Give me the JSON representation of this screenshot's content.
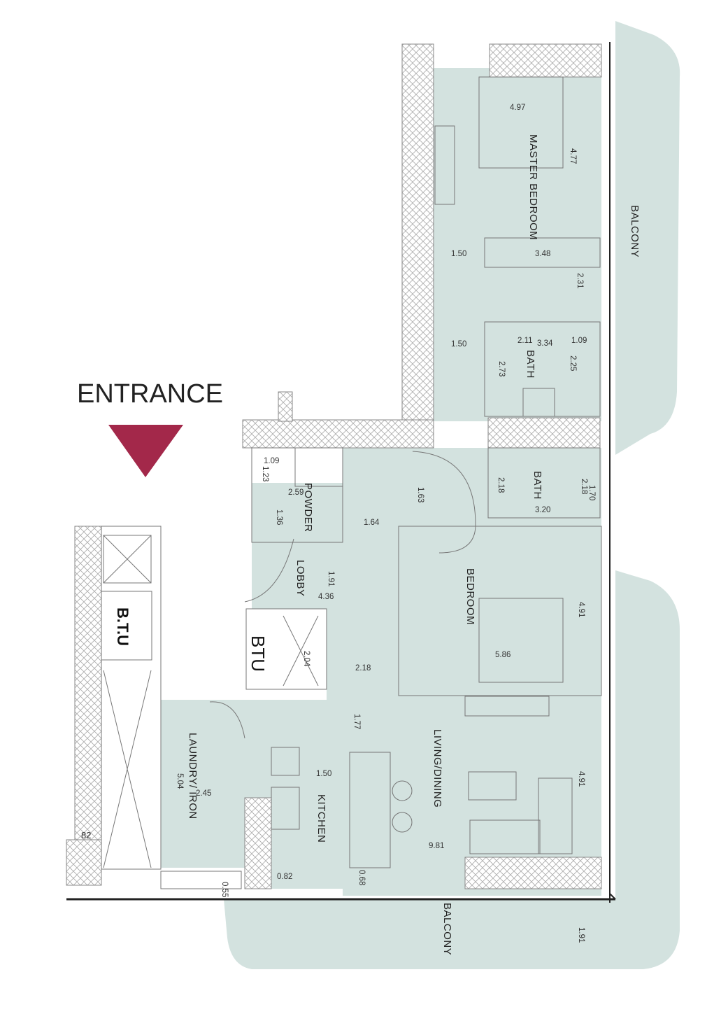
{
  "entrance": {
    "label": "ENTRANCE",
    "marker_color": "#a3284a"
  },
  "colors": {
    "room_fill": "#d3e2df",
    "balcony_fill": "#d3e2df"
  },
  "rooms": {
    "master_bedroom": "MASTER BEDROOM",
    "bath_1": "BATH",
    "bath_2": "BATH",
    "powder": "POWDER",
    "lobby": "LOBBY",
    "bedroom": "BEDROOM",
    "living_dining": "LIVING/DINING",
    "kitchen": "KITCHEN",
    "laundry": "LAUNDRY/ IRON",
    "btu_1": "B.T.U",
    "btu_2": "BTU",
    "balcony_right": "BALCONY",
    "balcony_bottom": "BALCONY"
  },
  "dimensions": {
    "d497": "4.97",
    "d477": "4.77",
    "d150a": "1.50",
    "d348": "3.48",
    "d231": "2.31",
    "d150b": "1.50",
    "d211": "2.11",
    "d334": "3.34",
    "d109a": "1.09",
    "d273": "2.73",
    "d225": "2.25",
    "d109b": "1.09",
    "d123": "1.23",
    "d259": "2.59",
    "d136": "1.36",
    "d163": "1.63",
    "d164": "1.64",
    "d218a": "2.18",
    "d320": "3.20",
    "d218b": "2.18",
    "d170": "1.70",
    "d191a": "1.91",
    "d436": "4.36",
    "d491a": "4.91",
    "d586": "5.86",
    "d204": "2.04",
    "d218c": "2.18",
    "d177": "1.77",
    "d150c": "1.50",
    "d504": "5.04",
    "d245": "2.45",
    "d491b": "4.91",
    "d981": "9.81",
    "d82": "82",
    "d082": "0.82",
    "d068": "0.68",
    "d055": "0.55",
    "d191b": "1.91"
  }
}
